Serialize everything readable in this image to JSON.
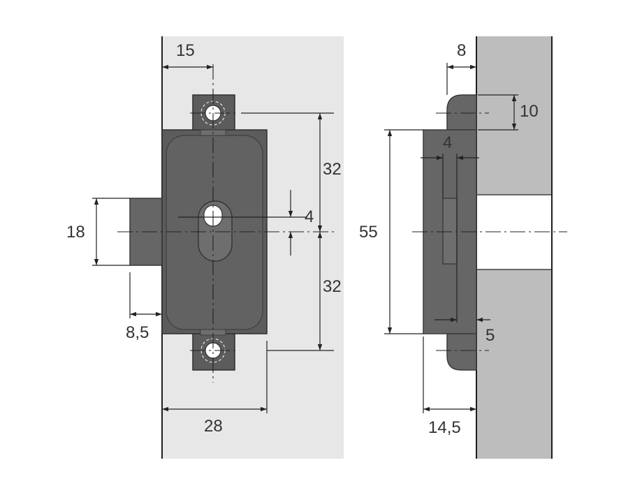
{
  "front_view": {
    "dimensions": {
      "top_offset": "15",
      "height_bolt": "18",
      "bolt_projection": "8,5",
      "upper_hole_distance": "32",
      "lower_hole_distance": "32",
      "slot_offset": "4",
      "width": "28"
    }
  },
  "side_view": {
    "dimensions": {
      "flange_thickness": "8",
      "flange_height": "10",
      "body_height": "55",
      "inner_offset": "4",
      "bottom_offset": "5",
      "depth": "14,5"
    }
  },
  "colors": {
    "panel_light": "#e7e7e7",
    "panel_mid": "#bdbdbd",
    "lock_body": "#5c5c5c",
    "lines": "#222222",
    "text": "#333333"
  }
}
